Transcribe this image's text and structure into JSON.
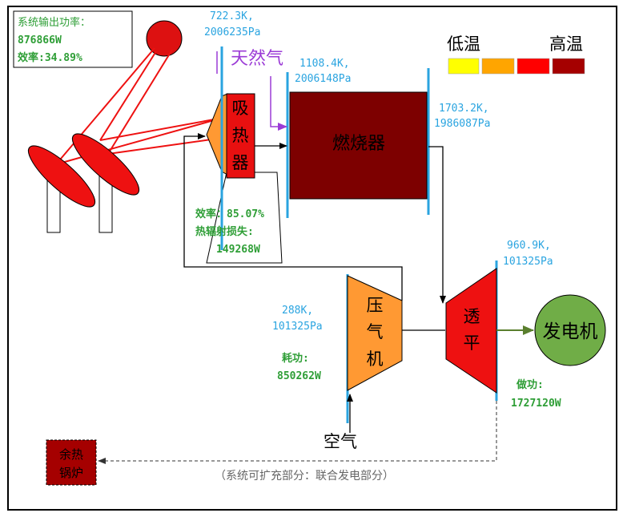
{
  "stats_box": {
    "output_label": "系统输出功率：",
    "output_value": "876866W",
    "efficiency": "效率:34.89%"
  },
  "labels": {
    "natural_gas": "天然气",
    "air": "空气",
    "extension_note": "（系统可扩充部分：联合发电部分）"
  },
  "components": {
    "receiver": [
      "吸",
      "热",
      "器"
    ],
    "combustor": "燃烧器",
    "compressor": [
      "压",
      "气",
      "机"
    ],
    "turbine": [
      "透",
      "平"
    ],
    "generator": "发电机",
    "waste_heat_boiler": [
      "余热",
      "锅炉"
    ]
  },
  "state_points": {
    "receiver_in": {
      "temperature": "722.3K,",
      "pressure": "2006235Pa"
    },
    "combustor_in": {
      "temperature": "1108.4K,",
      "pressure": "2006148Pa"
    },
    "combustor_out": {
      "temperature": "1703.2K,",
      "pressure": "1986087Pa"
    },
    "turbine_out": {
      "temperature": "960.9K,",
      "pressure": "101325Pa"
    },
    "compressor_in": {
      "temperature": "288K,",
      "pressure": "101325Pa"
    }
  },
  "metrics": {
    "receiver_efficiency": "效率：85.07%",
    "radiation_loss_label": "热辐射损失:",
    "radiation_loss_value": "149268W",
    "compressor_work_label": "耗功:",
    "compressor_work_value": "850262W",
    "turbine_work_label": "做功:",
    "turbine_work_value": "1727120W"
  },
  "legend": {
    "low_label": "低温",
    "high_label": "高温",
    "colors": [
      "#ffff00",
      "#ffa500",
      "#ff0000",
      "#a50000"
    ]
  },
  "colors": {
    "value_blue": "#2aa4e0",
    "value_green": "#2e9e36",
    "gas_purple": "#9b3bd6",
    "receiver_red": "#e81010",
    "combustor_dark": "#7d0000",
    "compressor_orange": "#ff9933",
    "turbine_red": "#ee1111",
    "generator_green": "#70ad47"
  }
}
